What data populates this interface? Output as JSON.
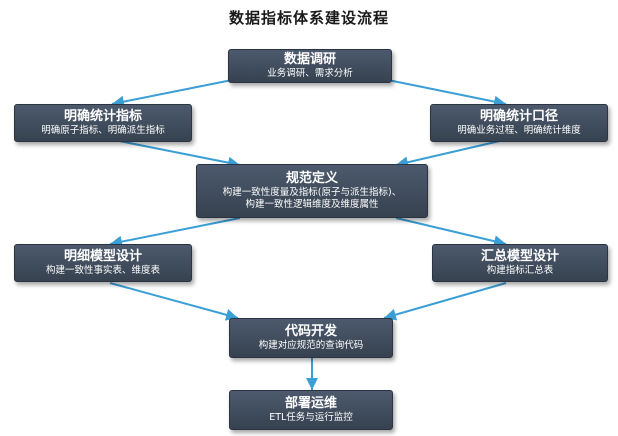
{
  "title": "数据指标体系建设流程",
  "nodes": {
    "research": {
      "heading": "数据调研",
      "sub": [
        "业务调研、需求分析"
      ]
    },
    "metrics": {
      "heading": "明确统计指标",
      "sub": [
        "明确原子指标、明确派生指标"
      ]
    },
    "caliber": {
      "heading": "明确统计口径",
      "sub": [
        "明确业务过程、明确统计维度"
      ]
    },
    "spec": {
      "heading": "规范定义",
      "sub": [
        "构建一致性度量及指标(原子与派生指标)、",
        "构建一致性逻辑维度及维度属性"
      ]
    },
    "detail": {
      "heading": "明细模型设计",
      "sub": [
        "构建一致性事实表、维度表"
      ]
    },
    "summary": {
      "heading": "汇总模型设计",
      "sub": [
        "构建指标汇总表"
      ]
    },
    "code": {
      "heading": "代码开发",
      "sub": [
        "构建对应规范的查询代码"
      ]
    },
    "ops": {
      "heading": "部署运维",
      "sub": [
        "ETL任务与运行监控"
      ]
    }
  },
  "colors": {
    "node_fill": "#3e4a5a",
    "arrow": "#3b9fd6",
    "text": "#ffffff"
  }
}
